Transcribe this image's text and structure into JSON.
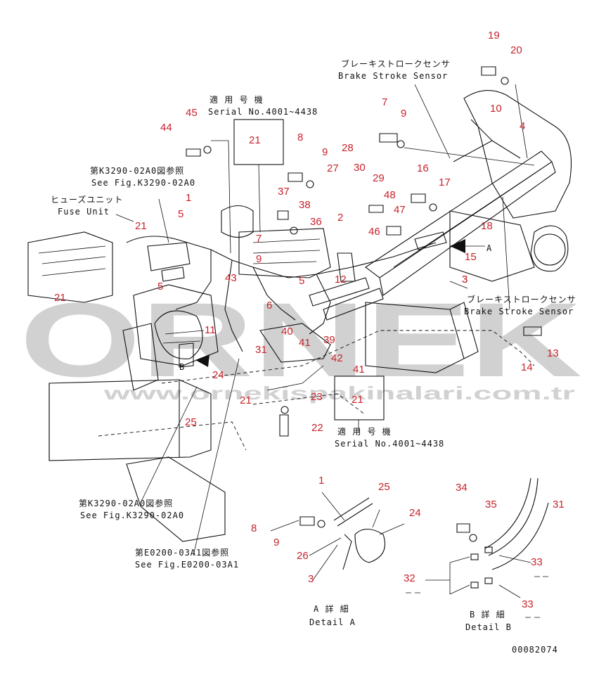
{
  "watermark": {
    "brand": "ORNEK",
    "url": "www.ornekispakinalari.com.tr"
  },
  "labels": {
    "brake_sensor_jp_1": "ブレーキストロークセンサ",
    "brake_sensor_en_1": "Brake Stroke Sensor",
    "brake_sensor_jp_2": "ブレーキストロークセンサ",
    "brake_sensor_en_2": "Brake Stroke Sensor",
    "serial_jp_1": "適 用 号 機",
    "serial_en_1": "Serial No.4001~4438",
    "serial_jp_2": "適 用 号 機",
    "serial_en_2": "Serial No.4001~4438",
    "fig_k3290_jp_1": "第K3290-02A0図参照",
    "fig_k3290_en_1": "See Fig.K3290-02A0",
    "fig_k3290_jp_2": "第K3290-02A0図参照",
    "fig_k3290_en_2": "See Fig.K3290-02A0",
    "fig_e0200_jp": "第E0200-03A1図参照",
    "fig_e0200_en": "See Fig.E0200-03A1",
    "fuse_jp": "ヒューズユニット",
    "fuse_en": "Fuse Unit",
    "detail_a_jp": "A 詳 細",
    "detail_a_en": "Detail A",
    "detail_b_jp": "B 詳 細",
    "detail_b_en": "Detail B",
    "drawing_no": "00082074",
    "view_a": "A",
    "view_b": "B"
  },
  "callouts": [
    "19",
    "20",
    "10",
    "4",
    "7",
    "9",
    "16",
    "17",
    "18",
    "15",
    "3",
    "13",
    "14",
    "45",
    "44",
    "8",
    "9",
    "28",
    "27",
    "30",
    "29",
    "48",
    "47",
    "46",
    "2",
    "37",
    "38",
    "36",
    "21",
    "1",
    "5",
    "21",
    "5",
    "11",
    "43",
    "7",
    "9",
    "6",
    "5",
    "12",
    "3",
    "40",
    "41",
    "39",
    "42",
    "41",
    "31",
    "21",
    "21",
    "23",
    "22",
    "24",
    "25",
    "21",
    "1",
    "8",
    "9",
    "26",
    "3",
    "25",
    "24",
    "34",
    "35",
    "31",
    "33",
    "32",
    "33"
  ],
  "colors": {
    "callout": "#c8232c",
    "ink": "#111111",
    "watermark": "#c9c9c9"
  }
}
